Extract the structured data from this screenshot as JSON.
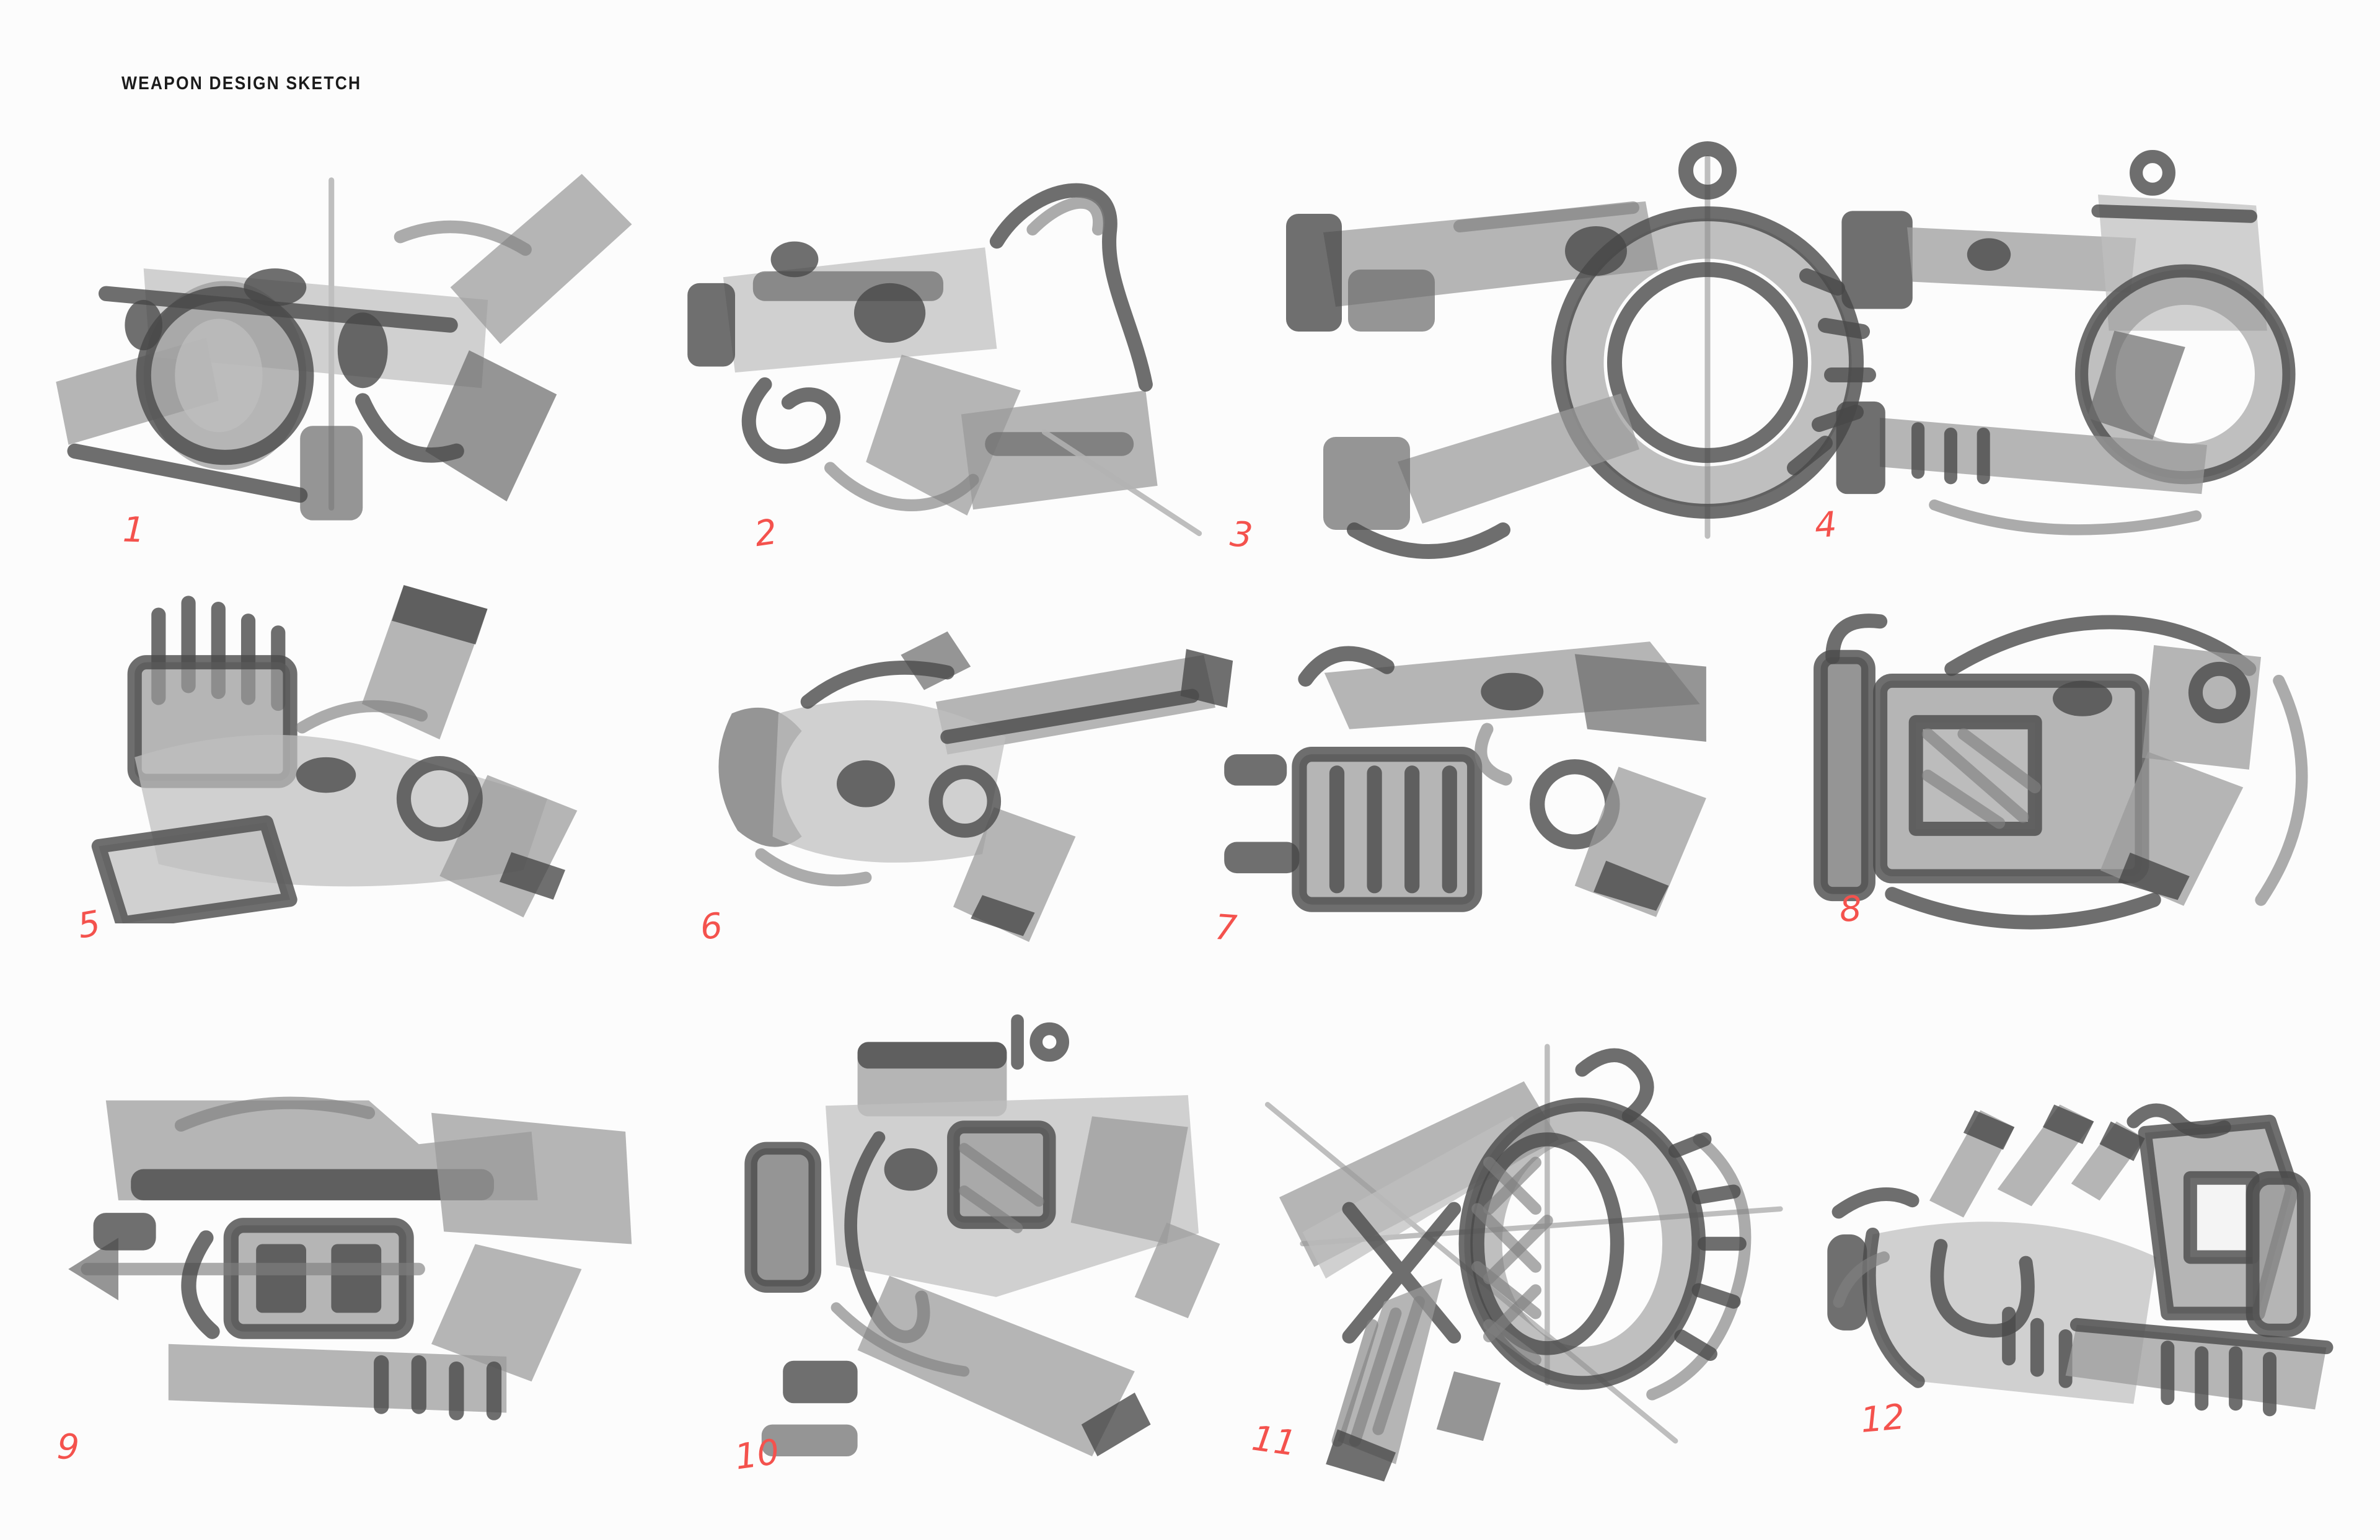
{
  "page": {
    "title": "WEAPON DESIGN SKETCH",
    "background_color": "#fcfcfc",
    "ink_color": "#4a4a4a",
    "ink_light_color": "#bfbfbf",
    "number_color": "#f4524d"
  },
  "sketches": [
    {
      "label": "1"
    },
    {
      "label": "2"
    },
    {
      "label": "3"
    },
    {
      "label": "4"
    },
    {
      "label": "5"
    },
    {
      "label": "6"
    },
    {
      "label": "7"
    },
    {
      "label": "8"
    },
    {
      "label": "9"
    },
    {
      "label": "10"
    },
    {
      "label": "11"
    },
    {
      "label": "12"
    }
  ]
}
